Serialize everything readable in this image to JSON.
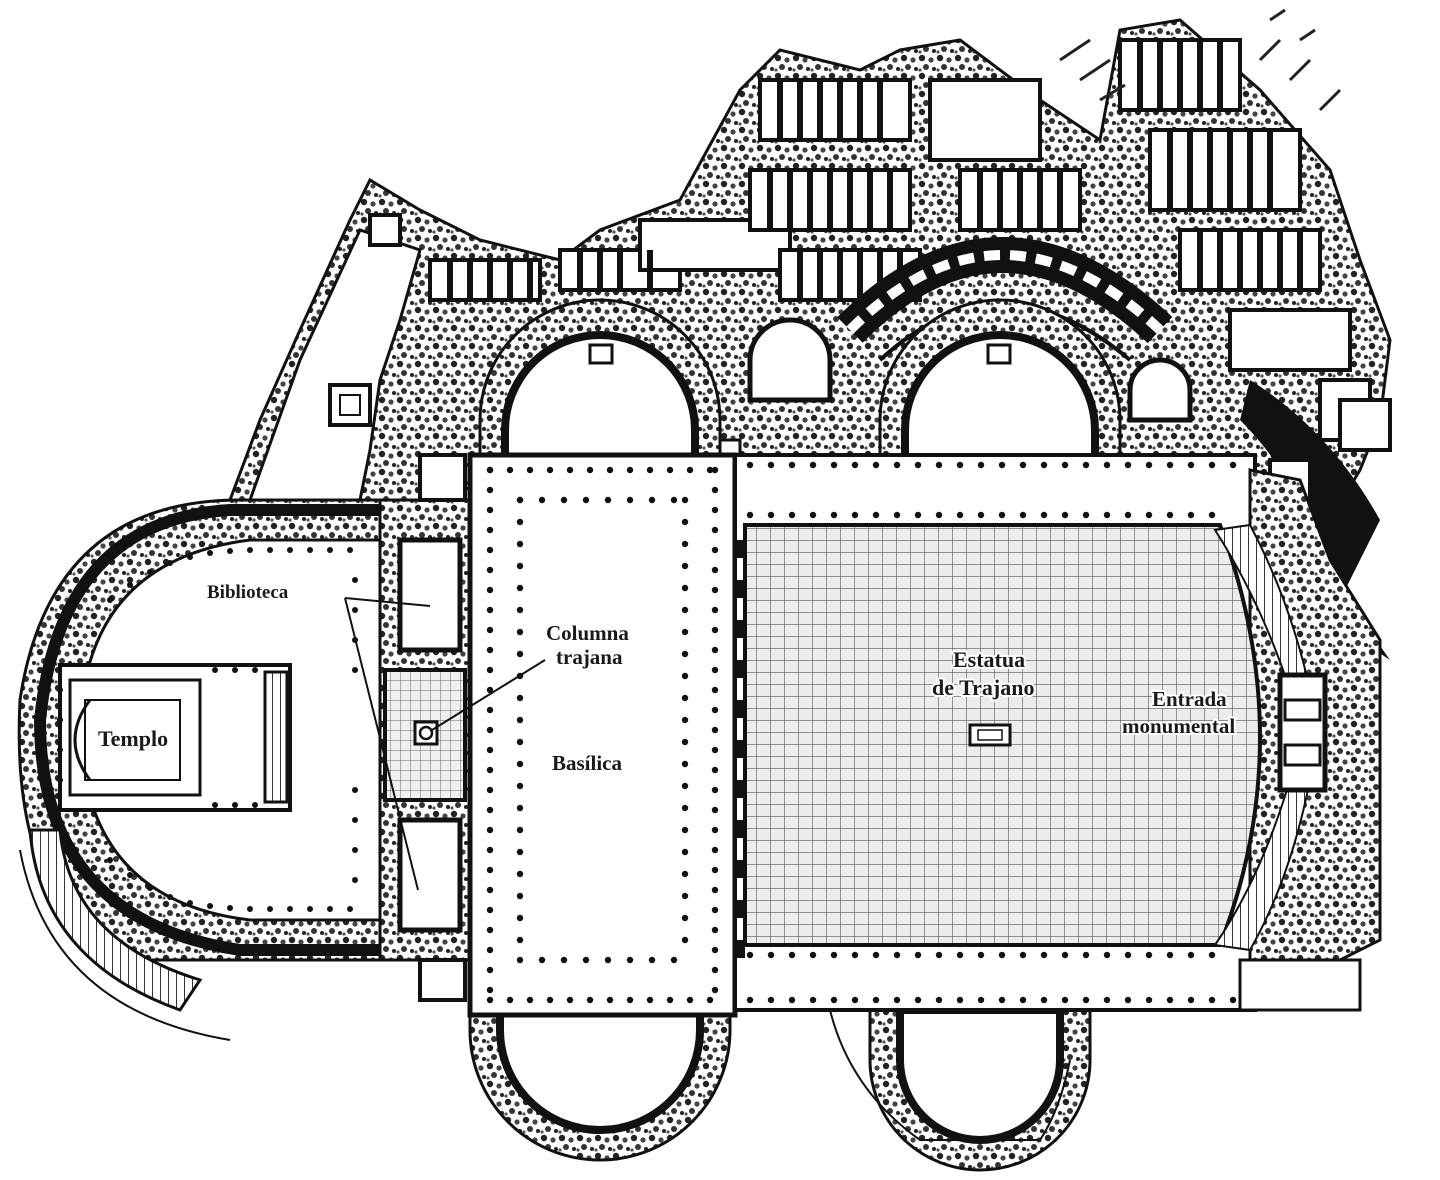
{
  "plan": {
    "labels": {
      "biblioteca": "Biblioteca",
      "columna_line1": "Columna",
      "columna_line2": "trajana",
      "templo": "Templo",
      "basilica": "Basílica",
      "estatua_line1": "Estatua",
      "estatua_line2": "de Trajano",
      "entrada_line1": "Entrada",
      "entrada_line2": "monumental"
    },
    "colors": {
      "wall": "#111111",
      "rubble": "#6a6a6a",
      "paper": "#ffffff",
      "paving": "#d8d8d8"
    }
  }
}
